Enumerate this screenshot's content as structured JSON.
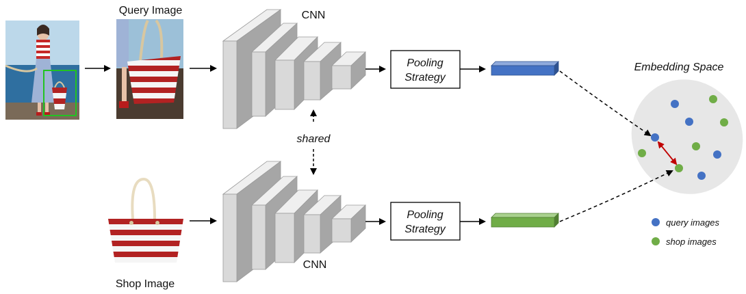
{
  "labels": {
    "query_image": "Query Image",
    "shop_image": "Shop Image",
    "cnn_top": "CNN",
    "cnn_bottom": "CNN",
    "shared": "shared",
    "pooling_top_line1": "Pooling",
    "pooling_top_line2": "Strategy",
    "pooling_bottom_line1": "Pooling",
    "pooling_bottom_line2": "Strategy",
    "embedding_space": "Embedding Space"
  },
  "legend": {
    "query": "query images",
    "shop": "shop images"
  },
  "colors": {
    "query_blue": "#4472c4",
    "shop_green": "#70ad47",
    "match_arrow": "#c00000",
    "cnn_face": "#d9d9d9",
    "cnn_side": "#a6a6a6",
    "embedding_bg": "#e7e7e7"
  }
}
